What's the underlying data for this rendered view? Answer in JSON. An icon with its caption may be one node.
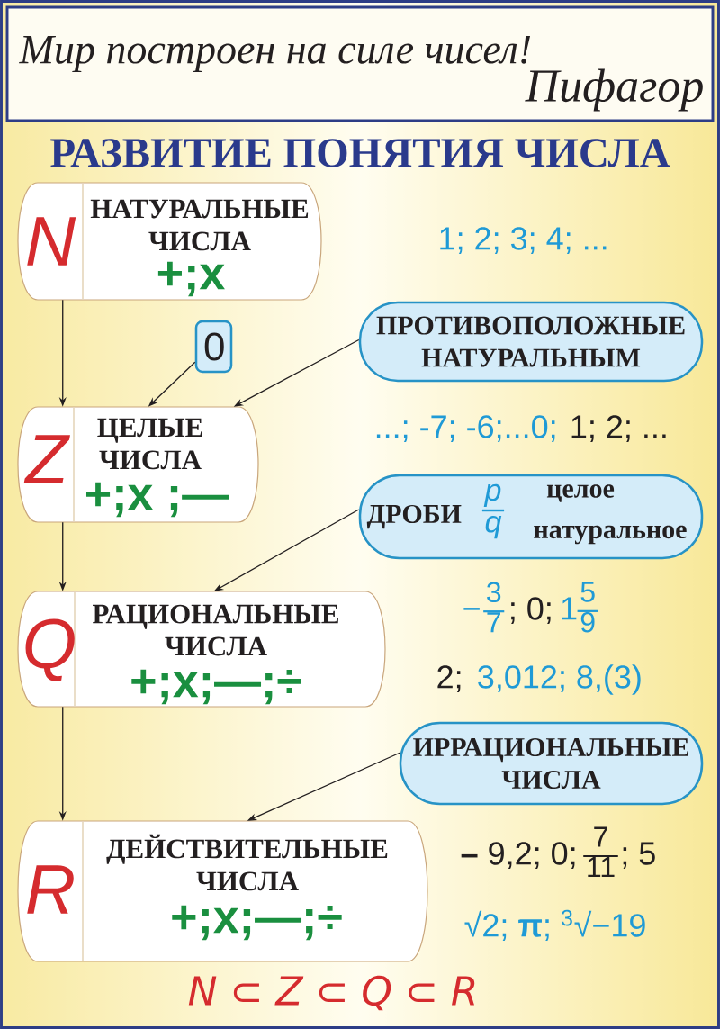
{
  "diagram": {
    "title": "РАЗВИТИЕ ПОНЯТИЯ ЧИСЛА",
    "nodes": [
      {
        "text": [
          "Мир построен на силе чисел!",
          "Пифагор"
        ]
      },
      {
        "text": [
          "N",
          "НАТУРАЛЬНЫЕ ЧИСЛА",
          "+;x"
        ]
      },
      {
        "text": [
          "0"
        ]
      },
      {
        "text": [
          "ПРОТИВОПОЛОЖНЫЕ НАТУРАЛЬНЫМ"
        ]
      },
      {
        "text": [
          "Z",
          "ЦЕЛЫЕ ЧИСЛА",
          "+;x ;—"
        ]
      },
      {
        "text": [
          "ДРОБИ",
          "p",
          "q",
          "целое",
          "натуральное"
        ]
      },
      {
        "text": [
          "Q",
          "РАЦИОНАЛЬНЫЕ ЧИСЛА",
          "+;x;—;÷"
        ]
      },
      {
        "text": [
          "ИРРАЦИОНАЛЬНЫЕ ЧИСЛА"
        ]
      },
      {
        "text": [
          "R",
          "ДЕЙСТВИТЕЛЬНЫЕ ЧИСЛА",
          "+;x;—;÷"
        ]
      }
    ],
    "edges": [
      {
        "from": 1,
        "to": 4,
        "arrow": "to"
      },
      {
        "from": 2,
        "to": 4,
        "arrow": "to"
      },
      {
        "from": 3,
        "to": 4,
        "arrow": "to"
      },
      {
        "from": 4,
        "to": 6,
        "arrow": "to"
      },
      {
        "from": 5,
        "to": 6,
        "arrow": "to"
      },
      {
        "from": 6,
        "to": 8,
        "arrow": "to"
      },
      {
        "from": 7,
        "to": 8,
        "arrow": "to"
      }
    ],
    "labels": [
      "1; 2; 3; 4; ...",
      "...; -7; -6;...0;",
      "1; 2; ...",
      "−",
      "3",
      "7",
      "; 0;",
      "1",
      "5",
      "9",
      "2;",
      "3,012; 8,(3)",
      "**–** 9,2; 0;",
      "7",
      "11",
      "; 5",
      "√2; **π**; $^{3}$√−19",
      "N ⊂ Z ⊂ Q ⊂ R"
    ]
  }
}
